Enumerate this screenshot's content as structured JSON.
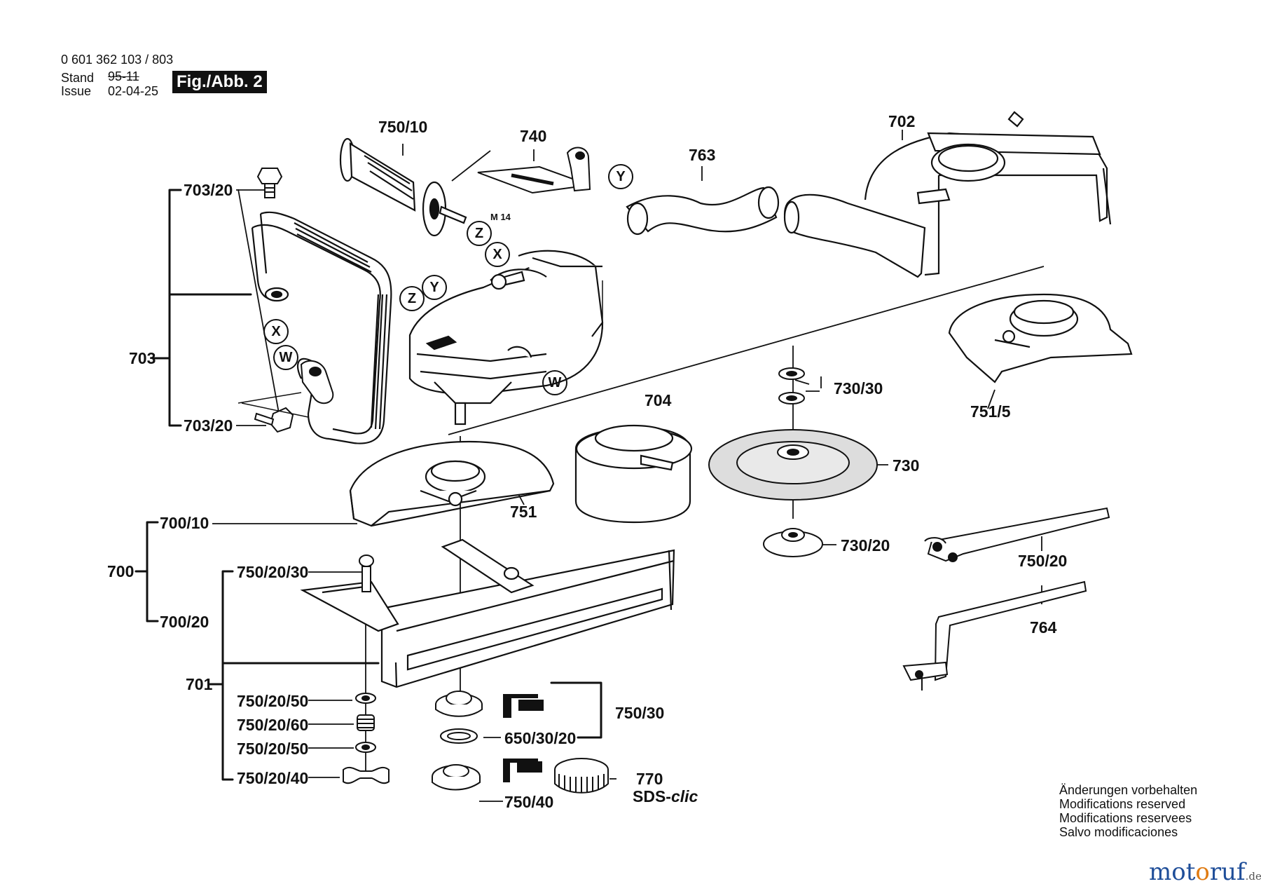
{
  "header": {
    "doc_number": "0 601 362 103 / 803",
    "stand_label": "Stand",
    "stand_value": "95-11",
    "issue_label": "Issue",
    "issue_value": "02-04-25",
    "figure": "Fig./Abb. 2"
  },
  "labels": {
    "p703_20_top": "703/20",
    "p703": "703",
    "p703_20_bottom": "703/20",
    "p750_10": "750/10",
    "p740": "740",
    "p763": "763",
    "p702": "702",
    "m14": "M 14",
    "p704": "704",
    "p730_30": "730/30",
    "p751_5": "751/5",
    "p730": "730",
    "p751": "751",
    "p700_10": "700/10",
    "p700": "700",
    "p700_20": "700/20",
    "p750_20_30": "750/20/30",
    "p701": "701",
    "p750_20_50a": "750/20/50",
    "p750_20_60": "750/20/60",
    "p750_20_50b": "750/20/50",
    "p750_20_40": "750/20/40",
    "p730_20": "730/20",
    "p750_20": "750/20",
    "p764": "764",
    "p750_30": "750/30",
    "p650_30_20": "650/30/20",
    "p770": "770",
    "p750_40": "750/40",
    "sds_text": "SDS-",
    "sds_clic": "clic"
  },
  "markers": {
    "x1": "X",
    "w1": "W",
    "z1": "Z",
    "y1": "Y",
    "x2": "X",
    "z2": "Z",
    "y2": "Y",
    "w2": "W"
  },
  "notes": [
    "Änderungen vorbehalten",
    "Modifications reserved",
    "Modifications reservees",
    "Salvo modificaciones"
  ],
  "watermark": {
    "part1": "mot",
    "part2": "o",
    "part3": "ruf",
    "suffix": ".de"
  }
}
